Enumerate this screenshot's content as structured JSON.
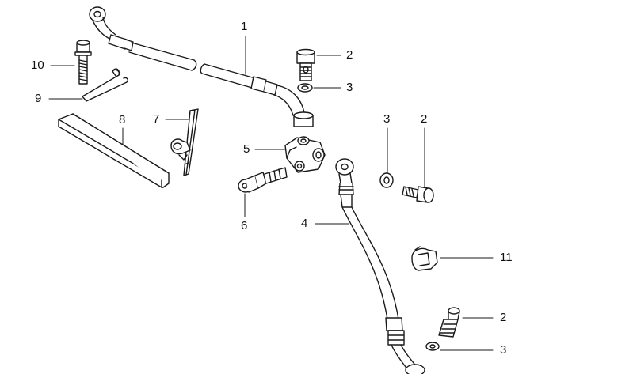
{
  "callouts": {
    "c1": "1",
    "c2a": "2",
    "c2b": "2",
    "c2c": "2",
    "c3a": "3",
    "c3b": "3",
    "c3c": "3",
    "c4": "4",
    "c5": "5",
    "c6": "6",
    "c7": "7",
    "c8": "8",
    "c9": "9",
    "c10": "10",
    "c11": "11"
  },
  "colors": {
    "line": "#1a1a1a",
    "fill": "#ffffff",
    "shade": "#d6d6d6"
  }
}
